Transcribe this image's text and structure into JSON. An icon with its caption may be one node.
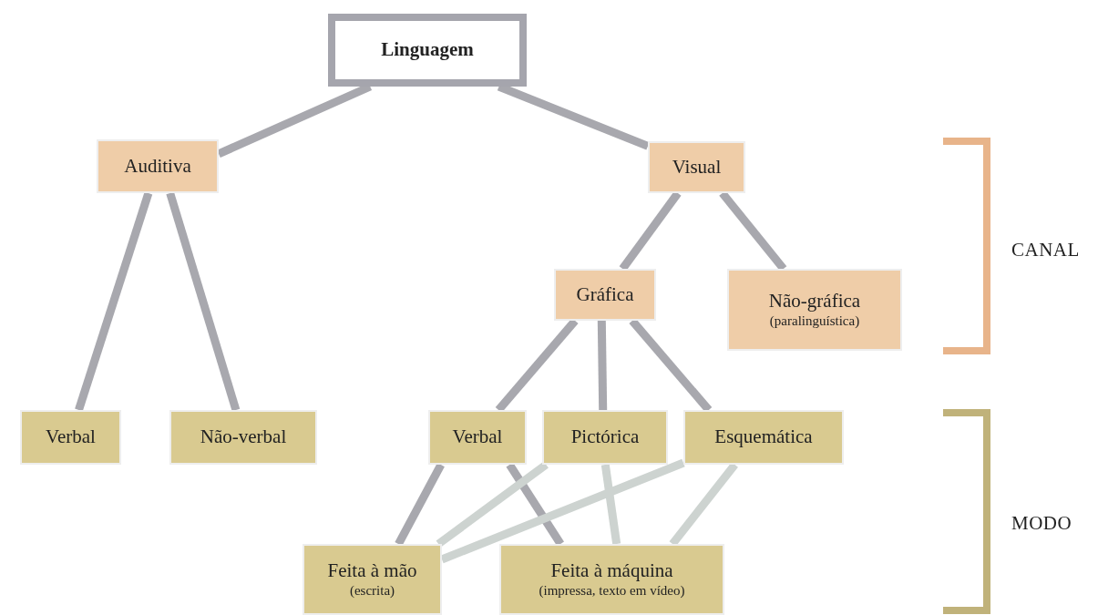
{
  "diagram": {
    "nodes": [
      {
        "text": [
          "Linguagem"
        ]
      },
      {
        "text": [
          "Auditiva"
        ]
      },
      {
        "text": [
          "Visual"
        ]
      },
      {
        "text": [
          "Gráfica"
        ]
      },
      {
        "text": [
          "Não-gráfica",
          "(paralinguística)"
        ]
      },
      {
        "text": [
          "Verbal"
        ]
      },
      {
        "text": [
          "Não-verbal"
        ]
      },
      {
        "text": [
          "Verbal"
        ]
      },
      {
        "text": [
          "Pictórica"
        ]
      },
      {
        "text": [
          "Esquemática"
        ]
      },
      {
        "text": [
          "Feita à mão",
          "(escrita)"
        ]
      },
      {
        "text": [
          "Feita à máquina",
          "(impressa, texto em vídeo)"
        ]
      }
    ],
    "edges": [
      {
        "from": 0,
        "to": 1,
        "arrow": "none"
      },
      {
        "from": 0,
        "to": 2,
        "arrow": "none"
      },
      {
        "from": 1,
        "to": 5,
        "arrow": "none"
      },
      {
        "from": 1,
        "to": 6,
        "arrow": "none"
      },
      {
        "from": 2,
        "to": 3,
        "arrow": "none"
      },
      {
        "from": 2,
        "to": 4,
        "arrow": "none"
      },
      {
        "from": 3,
        "to": 7,
        "arrow": "none"
      },
      {
        "from": 3,
        "to": 8,
        "arrow": "none"
      },
      {
        "from": 3,
        "to": 9,
        "arrow": "none"
      },
      {
        "from": 7,
        "to": 10,
        "arrow": "none"
      },
      {
        "from": 7,
        "to": 11,
        "arrow": "none"
      },
      {
        "from": 8,
        "to": 10,
        "arrow": "none",
        "color": "#cdd3d0"
      },
      {
        "from": 8,
        "to": 11,
        "arrow": "none",
        "color": "#cdd3d0"
      },
      {
        "from": 9,
        "to": 10,
        "arrow": "none",
        "color": "#cdd3d0"
      },
      {
        "from": 9,
        "to": 11,
        "arrow": "none",
        "color": "#cdd3d0"
      }
    ],
    "labels": [
      "CANAL",
      "MODO"
    ]
  }
}
